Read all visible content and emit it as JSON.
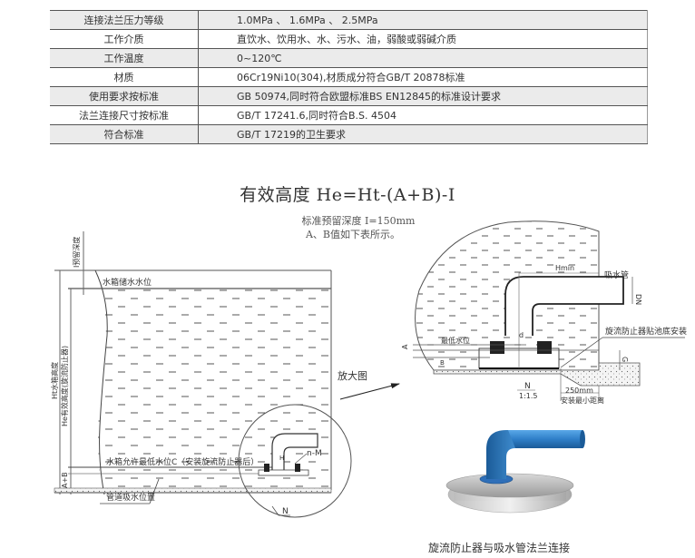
{
  "spec_table": {
    "rows": [
      {
        "label": "连接法兰压力等级",
        "value": "1.0MPa 、 1.6MPa 、 2.5MPa"
      },
      {
        "label": "工作介质",
        "value": "直饮水、饮用水、水、污水、油，弱酸或弱碱介质"
      },
      {
        "label": "工作温度",
        "value": "0~120℃"
      },
      {
        "label": "材质",
        "value": "06Cr19Ni10(304),材质成分符合GB/T 20878标准"
      },
      {
        "label": "使用要求按标准",
        "value": "GB 50974,同时符合欧盟标准BS EN12845的标准设计要求"
      },
      {
        "label": "法兰连接尺寸按标准",
        "value": "GB/T 17241.6,同时符合B.S. 4504"
      },
      {
        "label": "符合标准",
        "value": "GB/T 17219的卫生要求"
      }
    ]
  },
  "diagram": {
    "title": "有效高度 He=Ht-(A+B)-I",
    "subtitle_1": "标准预留深度 I=150mm",
    "subtitle_2": "A、B值如下表所示。",
    "tank": {
      "label_reserve": "I预留深度",
      "label_tank_height": "Ht水箱高度",
      "label_effective_height": "He有效高度(旋流防止器)",
      "label_storage_level": "水箱储水水位",
      "label_min_level": "水箱允许最低水位C（安装旋流防止器后）",
      "label_pipe_position": "管道吸水位置",
      "label_a_plus_b": "A+B",
      "label_n_m": "n-M",
      "label_n": "N",
      "label_h": "H"
    },
    "zoom_label": "放大图",
    "detail": {
      "label_hmin": "Hmin",
      "label_suction_pipe": "吸水管",
      "label_dn": "DN",
      "label_vortex_mount": "旋流防止器贴池底安装",
      "label_min_level": "最低水位",
      "label_a": "A",
      "label_b": "B",
      "label_d": "d",
      "label_g": "G",
      "label_n": "N",
      "label_ratio": "1:1.5",
      "label_distance": "250mm",
      "label_min_distance": "安装最小距离"
    },
    "photo_caption": "旋流防止器与吸水管法兰连接",
    "colors": {
      "pipe_blue": "#2f7fc8",
      "line": "#444444",
      "table_gray": "#ebebeb"
    }
  }
}
